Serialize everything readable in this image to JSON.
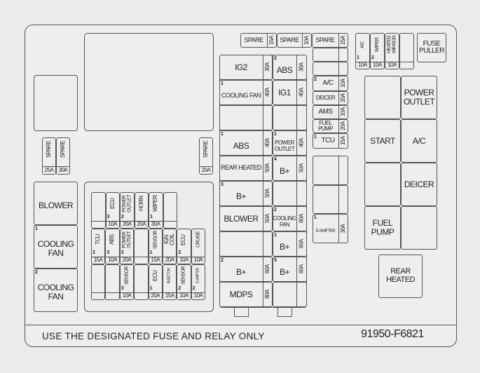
{
  "footer": {
    "notice": "USE THE DESIGNATED FUSE AND RELAY ONLY",
    "part_number": "91950-F6821"
  },
  "left_spares": [
    {
      "label": "SPARE",
      "amp": "25A"
    },
    {
      "label": "SPARE",
      "amp": "30A"
    }
  ],
  "right_spare": {
    "label": "SPARE",
    "amp": "20A"
  },
  "left_relays": [
    {
      "num": "",
      "label": "BLOWER"
    },
    {
      "num": "1",
      "label": "COOLING FAN"
    },
    {
      "num": "2",
      "label": "COOLING FAN"
    }
  ],
  "mini_block": {
    "row1": [
      {
        "num": "",
        "label": "",
        "amp": ""
      },
      {
        "num": "3",
        "label": "ECU",
        "amp": "10A"
      },
      {
        "num": "2",
        "label": "POWER OUTLET",
        "amp": "20A"
      },
      {
        "num": "",
        "label": "HORN",
        "amp": "20A"
      },
      {
        "num": "1",
        "label": "WIPER",
        "amp": "30A"
      },
      {
        "num": "",
        "label": "",
        "amp": ""
      }
    ],
    "row2": [
      {
        "num": "2",
        "label": "TCU",
        "amp": "15A"
      },
      {
        "num": "3",
        "label": "ABS",
        "amp": "10A"
      },
      {
        "num": "3",
        "label": "POWER OUTLET",
        "amp": "20A"
      },
      {
        "num": "",
        "label": "",
        "amp": ""
      },
      {
        "num": "1",
        "label": "SENSOR",
        "amp": "15A"
      },
      {
        "num": "",
        "label": "IGN COIL",
        "amp": "20A"
      },
      {
        "num": "2",
        "label": "ECU",
        "amp": "10A"
      },
      {
        "num": "",
        "label": "CRUISE",
        "amp": "10A"
      }
    ],
    "row3": [
      {
        "num": "",
        "label": "",
        "amp": ""
      },
      {
        "num": "",
        "label": "",
        "amp": ""
      },
      {
        "num": "3",
        "label": "SENSOR",
        "amp": "10A"
      },
      {
        "num": "",
        "label": "",
        "amp": ""
      },
      {
        "num": "1",
        "label": "ECU",
        "amp": "20A"
      },
      {
        "num": "",
        "label": "INJECTOR",
        "amp": "15A"
      },
      {
        "num": "2",
        "label": "SENSOR",
        "amp": "10A"
      },
      {
        "num": "2",
        "label": "E-SHIFTER",
        "amp": "10A"
      }
    ]
  },
  "top_spares": [
    {
      "label": "SPARE",
      "amp": "15A"
    },
    {
      "label": "SPARE",
      "amp": "10A"
    },
    {
      "label": "SPARE",
      "amp": "15A"
    }
  ],
  "main_block": {
    "col_a": [
      {
        "num": "",
        "label": "IG2",
        "amp": "30A"
      },
      {
        "num": "1",
        "label": "COOLING FAN",
        "amp": "40A"
      },
      {
        "num": "",
        "label": "",
        "amp": ""
      },
      {
        "num": "1",
        "label": "ABS",
        "amp": "40A"
      },
      {
        "num": "",
        "label": "REAR HEATED",
        "amp": "50A"
      },
      {
        "num": "3",
        "label": "B+",
        "amp": "50A"
      },
      {
        "num": "",
        "label": "BLOWER",
        "amp": "50A"
      },
      {
        "num": "",
        "label": "",
        "amp": ""
      },
      {
        "num": "2",
        "label": "B+",
        "amp": "60A"
      },
      {
        "num": "",
        "label": "MDPS",
        "amp": "80A"
      }
    ],
    "col_b": [
      {
        "num": "2",
        "label": "ABS",
        "amp": "30A"
      },
      {
        "num": "",
        "label": "IG1",
        "amp": "40A"
      },
      {
        "num": "",
        "label": "",
        "amp": ""
      },
      {
        "num": "1",
        "label": "POWER OUTLET",
        "amp": "40A"
      },
      {
        "num": "4",
        "label": "B+",
        "amp": "50A"
      },
      {
        "num": "",
        "label": "",
        "amp": ""
      },
      {
        "num": "2",
        "label": "COOLING FAN",
        "amp": "60A"
      },
      {
        "num": "1",
        "label": "B+",
        "amp": "60A"
      },
      {
        "num": "5",
        "label": "B+",
        "amp": "60A"
      },
      {
        "num": "",
        "label": "",
        "amp": ""
      }
    ]
  },
  "side_fuses": [
    {
      "num": "",
      "label": "",
      "amp": ""
    },
    {
      "num": "",
      "label": "",
      "amp": ""
    },
    {
      "num": "2",
      "label": "A/C",
      "amp": "10A"
    },
    {
      "num": "",
      "label": "DEICER",
      "amp": "20A"
    },
    {
      "num": "",
      "label": "AMS",
      "amp": "10A"
    },
    {
      "num": "",
      "label": "FUEL PUMP",
      "amp": "20A"
    },
    {
      "num": "1",
      "label": "TCU",
      "amp": "15A"
    }
  ],
  "side_lower": [
    {
      "num": "",
      "label": "",
      "amp": ""
    },
    {
      "num": "",
      "label": "",
      "amp": ""
    },
    {
      "num": "1",
      "label": "E-SHIFTER",
      "amp": "30A"
    }
  ],
  "top_right_fuses": [
    {
      "num": "1",
      "label": "A/C",
      "amp": "10A"
    },
    {
      "num": "2",
      "label": "WIPER",
      "amp": "10A"
    },
    {
      "num": "",
      "label": "HEATED MIRROR",
      "amp": "10A"
    },
    {
      "num": "",
      "label": "",
      "amp": ""
    }
  ],
  "fuse_puller": "FUSE PULLER",
  "right_relays": [
    "",
    "POWER OUTLET",
    "START",
    "A/C",
    "",
    "DEICER",
    "FUEL PUMP",
    ""
  ],
  "rear_heated_relay": "REAR HEATED"
}
